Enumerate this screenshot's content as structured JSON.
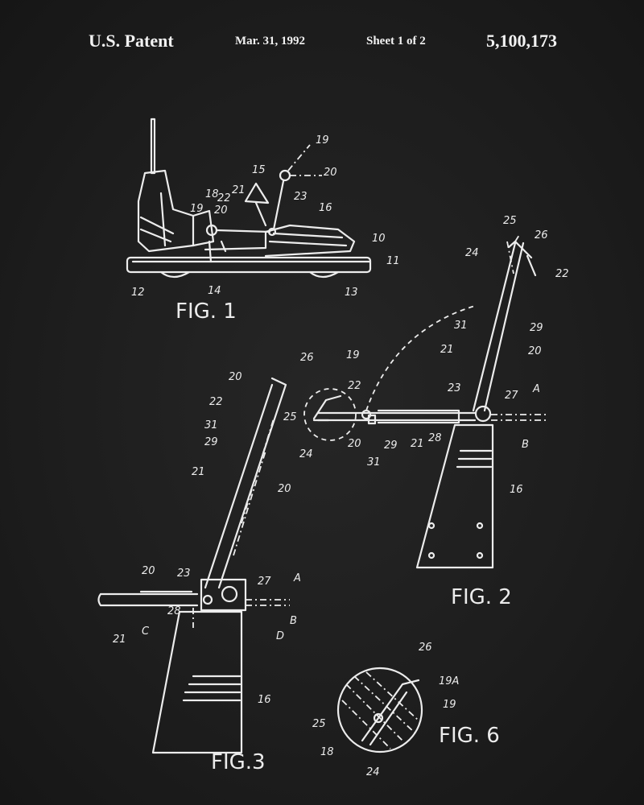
{
  "header": {
    "left": "U.S. Patent",
    "date": "Mar. 31, 1992",
    "sheet": "Sheet 1 of 2",
    "number": "5,100,173"
  },
  "fig1": {
    "title": "FIG. 1",
    "labels": [
      "19",
      "15",
      "20",
      "21",
      "18",
      "22",
      "19",
      "20",
      "23",
      "16",
      "10",
      "11",
      "12",
      "14",
      "13"
    ]
  },
  "fig2": {
    "title": "FIG. 2",
    "labels": [
      "25",
      "26",
      "24",
      "22",
      "31",
      "29",
      "21",
      "20",
      "26",
      "19",
      "22",
      "23",
      "27",
      "A",
      "25",
      "20",
      "29",
      "21",
      "28",
      "B",
      "24",
      "31",
      "16"
    ]
  },
  "fig3": {
    "title": "FIG.3",
    "labels": [
      "20",
      "22",
      "31",
      "29",
      "21",
      "20",
      "20",
      "23",
      "27",
      "A",
      "21",
      "28",
      "C",
      "B",
      "D",
      "16"
    ]
  },
  "fig6": {
    "title": "FIG. 6",
    "labels": [
      "26",
      "19A",
      "19",
      "25",
      "18",
      "24"
    ]
  }
}
